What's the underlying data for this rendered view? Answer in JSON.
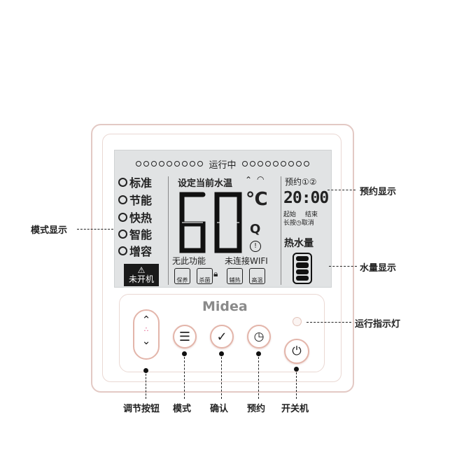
{
  "lcd": {
    "running": "运行中",
    "set_temp_label": "设定当前水温",
    "temperature": "60",
    "unit": "℃",
    "no_function": "无此功能",
    "wifi_status": "未连接WIFI",
    "off_label": "未开机",
    "reservation_label": "预约①②",
    "time": "20:00",
    "start_label": "起始",
    "end_label": "结束",
    "cancel_hint": "长按◷取消",
    "water_amount_label": "热水量",
    "modes": [
      "标准",
      "节能",
      "快热",
      "智能",
      "增容"
    ],
    "functions": [
      "保养",
      "杀菌",
      "辅热",
      "高温"
    ]
  },
  "brand": "Midea",
  "callouts": {
    "mode_display": "模式显示",
    "reservation_display": "预约显示",
    "water_display": "水量显示",
    "run_indicator": "运行指示灯",
    "adjust_button": "调节按钮",
    "mode_button": "模式",
    "confirm_button": "确认",
    "reservation_button": "预约",
    "power_button": "开关机"
  },
  "water_level_bars": 4
}
